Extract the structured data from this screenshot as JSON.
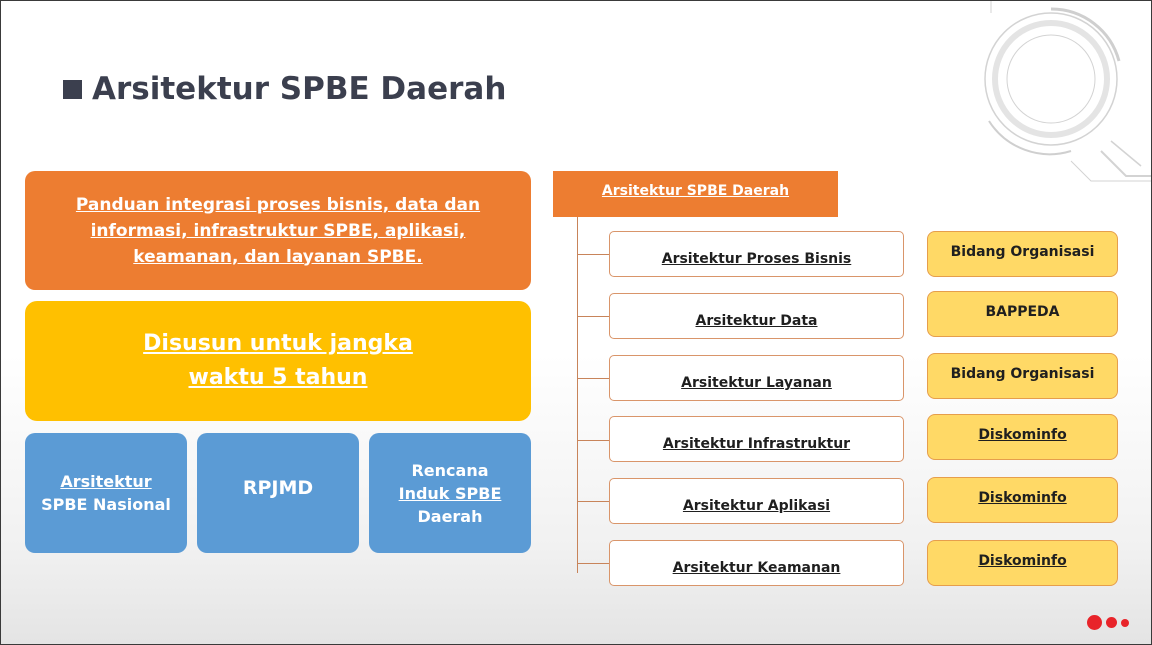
{
  "title": "Arsitektur SPBE Daerah",
  "left": {
    "orange_text": "Panduan integrasi proses bisnis, data dan informasi, infrastruktur SPBE, aplikasi, keamanan, dan layanan SPBE.",
    "yellow_line1": "Disusun untuk jangka",
    "yellow_line2": "waktu 5 tahun",
    "blue": [
      {
        "line1": "Arsitektur",
        "line2": "SPBE Nasional"
      },
      {
        "line1": "RPJMD"
      },
      {
        "line1": "Rencana",
        "line2": "Induk SPBE",
        "line3": "Daerah"
      }
    ]
  },
  "tree": {
    "root": "Arsitektur SPBE Daerah",
    "rows": [
      {
        "architecture": "Arsitektur Proses Bisnis",
        "owner": "Bidang Organisasi"
      },
      {
        "architecture": "Arsitektur Data",
        "owner": "BAPPEDA"
      },
      {
        "architecture": "Arsitektur Layanan",
        "owner": "Bidang Organisasi"
      },
      {
        "architecture": "Arsitektur Infrastruktur",
        "owner": "Diskominfo"
      },
      {
        "architecture": "Arsitektur Aplikasi",
        "owner": "Diskominfo"
      },
      {
        "architecture": "Arsitektur Keamanan",
        "owner": "Diskominfo"
      }
    ]
  },
  "colors": {
    "orange": "#ed7d31",
    "yellow": "#ffc000",
    "blue": "#5b9bd5",
    "owner_fill": "#ffd966",
    "accent_red": "#e8242a"
  }
}
